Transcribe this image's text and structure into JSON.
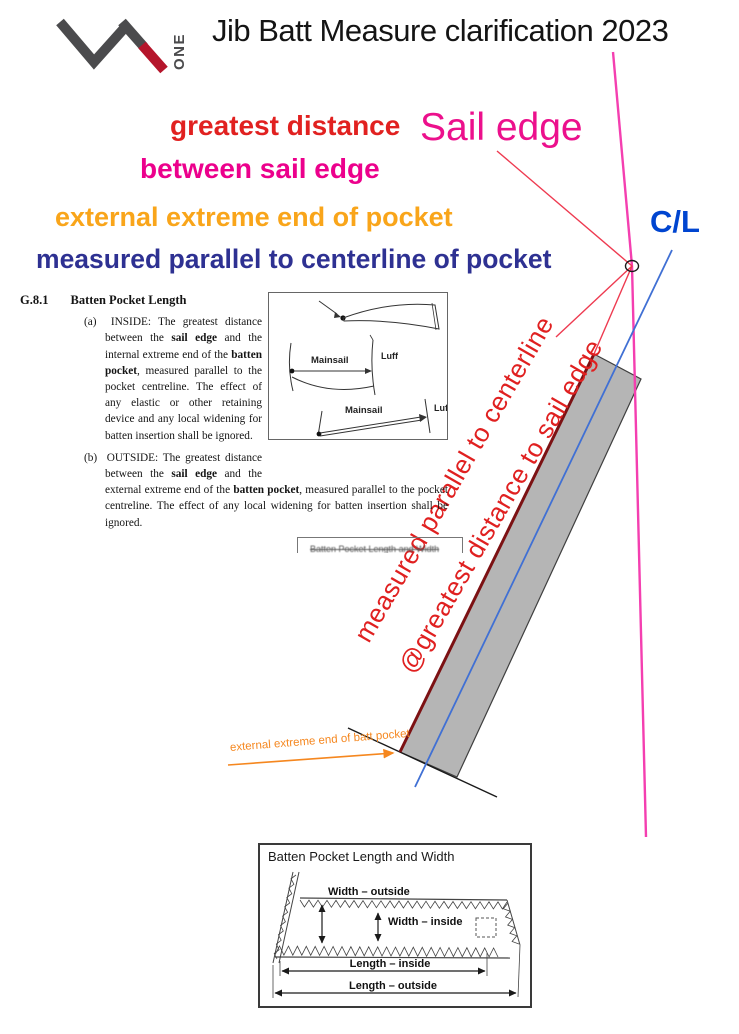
{
  "header": {
    "title": "Jib Batt Measure clarification 2023",
    "logo": {
      "mark": "VX",
      "one": "ONE"
    }
  },
  "annotations": {
    "greatest_distance": "greatest distance",
    "between_sail_edge": "between sail edge",
    "external_extreme": "external extreme end of pocket",
    "measured_parallel": "measured parallel to centerline of pocket",
    "sail_edge_label": "Sail edge",
    "cl_label": "C/L",
    "rotated_note_line1": "measured parallel to centerline",
    "rotated_note_line2": "@greatest distance to sail edge",
    "batt_pocket_pointer": "external extreme end of batt pocket"
  },
  "document": {
    "section_number": "G.8.1",
    "section_title": "Batten Pocket Length",
    "item_a": {
      "label": "(a)",
      "segments": [
        {
          "t": "INSIDE: The greatest distance between the "
        },
        {
          "t": "sail edge",
          "b": true
        },
        {
          "t": " and the internal extreme end of the "
        },
        {
          "t": "batten pocket",
          "b": true
        },
        {
          "t": ", measured parallel to the pocket centreline. The effect of any elastic or other retaining device and any local widening for batten insertion shall be ignored."
        }
      ]
    },
    "item_b": {
      "label": "(b)",
      "segments": [
        {
          "t": "OUTSIDE: The greatest distance between the "
        },
        {
          "t": "sail edge",
          "b": true
        },
        {
          "t": " and the external extreme end of the "
        },
        {
          "t": "batten pocket",
          "b": true
        },
        {
          "t": ", measured parallel to the pocket centreline. The effect of any local widening for batten insertion shall be ignored."
        }
      ]
    },
    "figure": {
      "mainsail_label_1": "Mainsail",
      "luff_label_1": "Luff",
      "mainsail_label_2": "Mainsail",
      "luff_label_2": "Luff"
    },
    "cropped_caption": "Batten Pocket Length and Width"
  },
  "bottom_diagram": {
    "title": "Batten Pocket Length and Width",
    "width_outside": "Width – outside",
    "width_inside": "Width – inside",
    "length_inside": "Length – inside",
    "length_outside": "Length – outside"
  },
  "colors": {
    "red_text": "#e12120",
    "magenta_text": "#ec008c",
    "orange_text": "#f9a51a",
    "navy_text": "#2e3192",
    "cl_blue": "#0045d0",
    "sail_edge_line": "#f43fb0",
    "centerline_blue": "#4070d4",
    "red_leader": "#ee3a50",
    "pocket_edge_dark_red": "#7c1113",
    "pocket_fill_gray": "#b5b5b5",
    "orange_leader": "#f5871f"
  }
}
